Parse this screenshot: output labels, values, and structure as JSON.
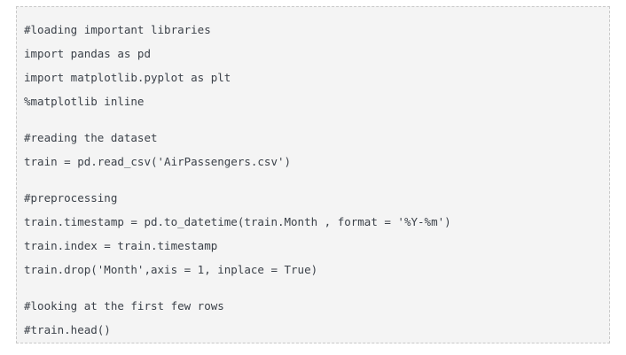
{
  "page": {
    "background": "#ffffff"
  },
  "code_block": {
    "background": "#f4f4f4",
    "border_color": "#c9c9c9",
    "border_style": "dashed",
    "text_color": "#3b4149",
    "lines": [
      "#loading important libraries",
      "import pandas as pd",
      "import matplotlib.pyplot as plt",
      "%matplotlib inline",
      "",
      "#reading the dataset",
      "train = pd.read_csv('AirPassengers.csv')",
      "",
      "#preprocessing",
      "train.timestamp = pd.to_datetime(train.Month , format = '%Y-%m')",
      "train.index = train.timestamp",
      "train.drop('Month',axis = 1, inplace = True)",
      "",
      "#looking at the first few rows",
      "#train.head()"
    ]
  }
}
